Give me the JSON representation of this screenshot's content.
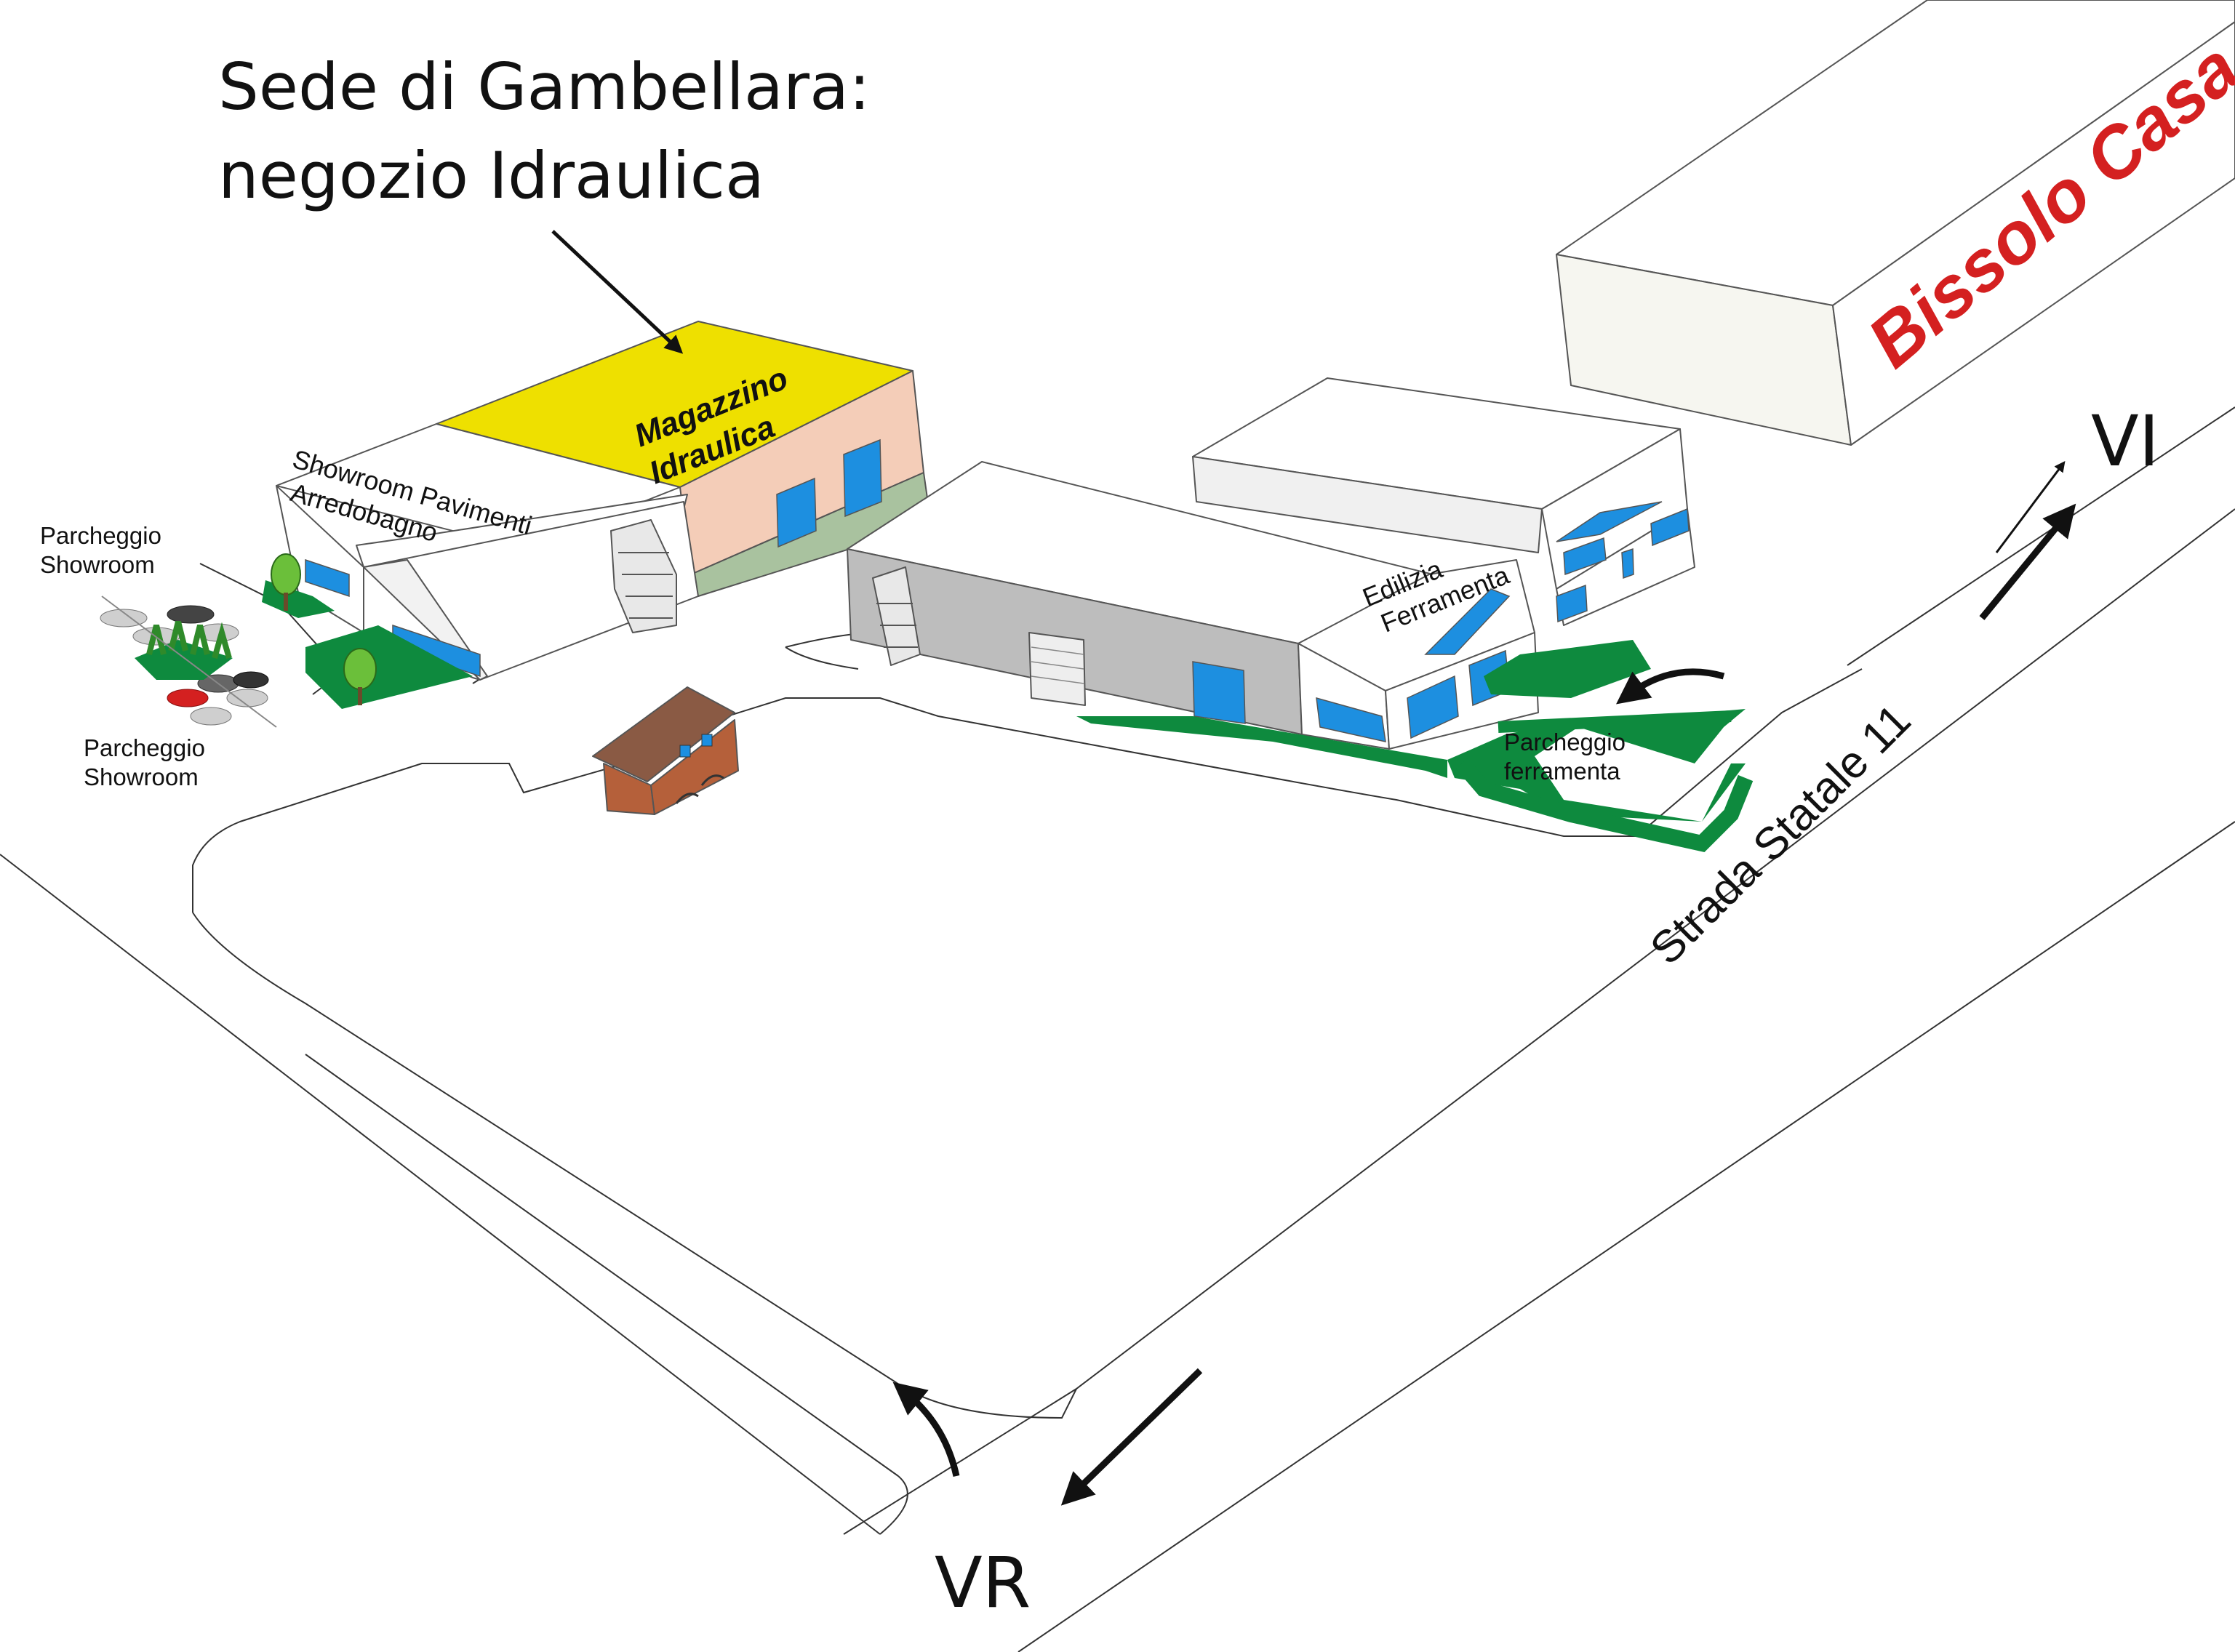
{
  "title": {
    "line1": "Sede di Gambellara:",
    "line2": "negozio Idraulica"
  },
  "buildings": {
    "magazzino": {
      "line1": "Magazzino",
      "line2": "Idraulica",
      "roof_color": "#eee000",
      "wall_color": "#f4cdb8"
    },
    "showroom": {
      "line1": "Showroom Pavimenti",
      "line2": "Arredobagno"
    },
    "edilizia": {
      "line1": "Edilizia",
      "line2": "Ferramenta"
    },
    "bissolo": {
      "label": "Bissolo  Casa",
      "label_color": "#d42020"
    }
  },
  "parking": {
    "showroom_top": {
      "line1": "Parcheggio",
      "line2": "Showroom"
    },
    "showroom_bottom": {
      "line1": "Parcheggio",
      "line2": "Showroom"
    },
    "ferramenta": {
      "line1": "Parcheggio",
      "line2": "ferramenta"
    }
  },
  "roads": {
    "statale": "Strada Statale 11"
  },
  "directions": {
    "vi": "VI",
    "vr": "VR"
  },
  "colors": {
    "green_area": "#0e8a3e",
    "window_blue": "#1d8fe0",
    "shed_brown": "#b5603a"
  },
  "icons": {
    "pointer": "arrow-pointer-icon",
    "direction_arrows": [
      "arrow-to-vi-icon",
      "arrow-to-vr-icon",
      "arrow-turn-in-icon",
      "arrow-u-turn-icon"
    ]
  }
}
